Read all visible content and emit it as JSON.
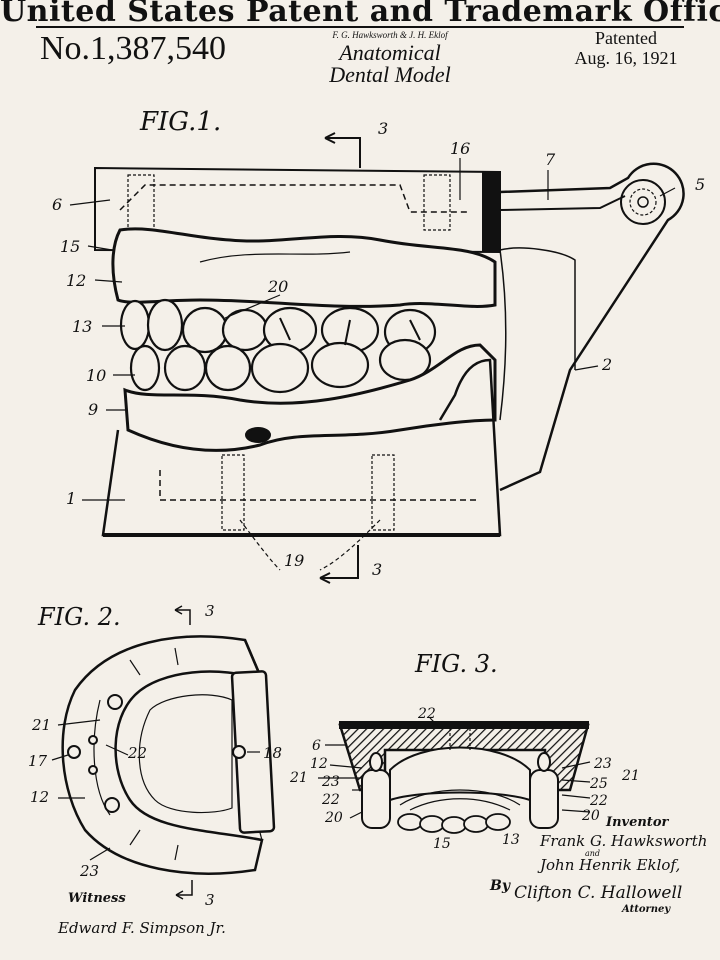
{
  "header": {
    "banner": "United States Patent and Trademark Office",
    "patent_number": "No.1,387,540",
    "inventors_short": "F. G. Hawksworth & J. H. Eklof",
    "title_line1": "Anatomical",
    "title_line2": "Dental Model",
    "patented_label": "Patented",
    "patent_date": "Aug. 16, 1921"
  },
  "figures": {
    "fig1": {
      "label": "FIG.1.",
      "section_marks": [
        "3",
        "3"
      ],
      "ref_numerals": [
        "16",
        "7",
        "5",
        "6",
        "15",
        "12",
        "20",
        "13",
        "10",
        "9",
        "2",
        "1",
        "19"
      ]
    },
    "fig2": {
      "label": "FIG. 2.",
      "section_marks": [
        "3",
        "3"
      ],
      "ref_numerals": [
        "21",
        "17",
        "22",
        "18",
        "12",
        "23"
      ]
    },
    "fig3": {
      "label": "FIG. 3.",
      "ref_numerals": [
        "22",
        "6",
        "12",
        "21",
        "23",
        "22",
        "20",
        "15",
        "13",
        "23",
        "25",
        "21",
        "22",
        "20"
      ]
    }
  },
  "signatures": {
    "inventor_label": "Inventor",
    "inventor1": "Frank G. Hawksworth",
    "and_word": "and",
    "inventor2": "John Henrik Eklof,",
    "by_word": "By",
    "attorney_name": "Clifton C. Hallowell",
    "attorney_label": "Attorney",
    "witness_label": "Witness",
    "witness_name": "Edward F. Simpson Jr."
  }
}
